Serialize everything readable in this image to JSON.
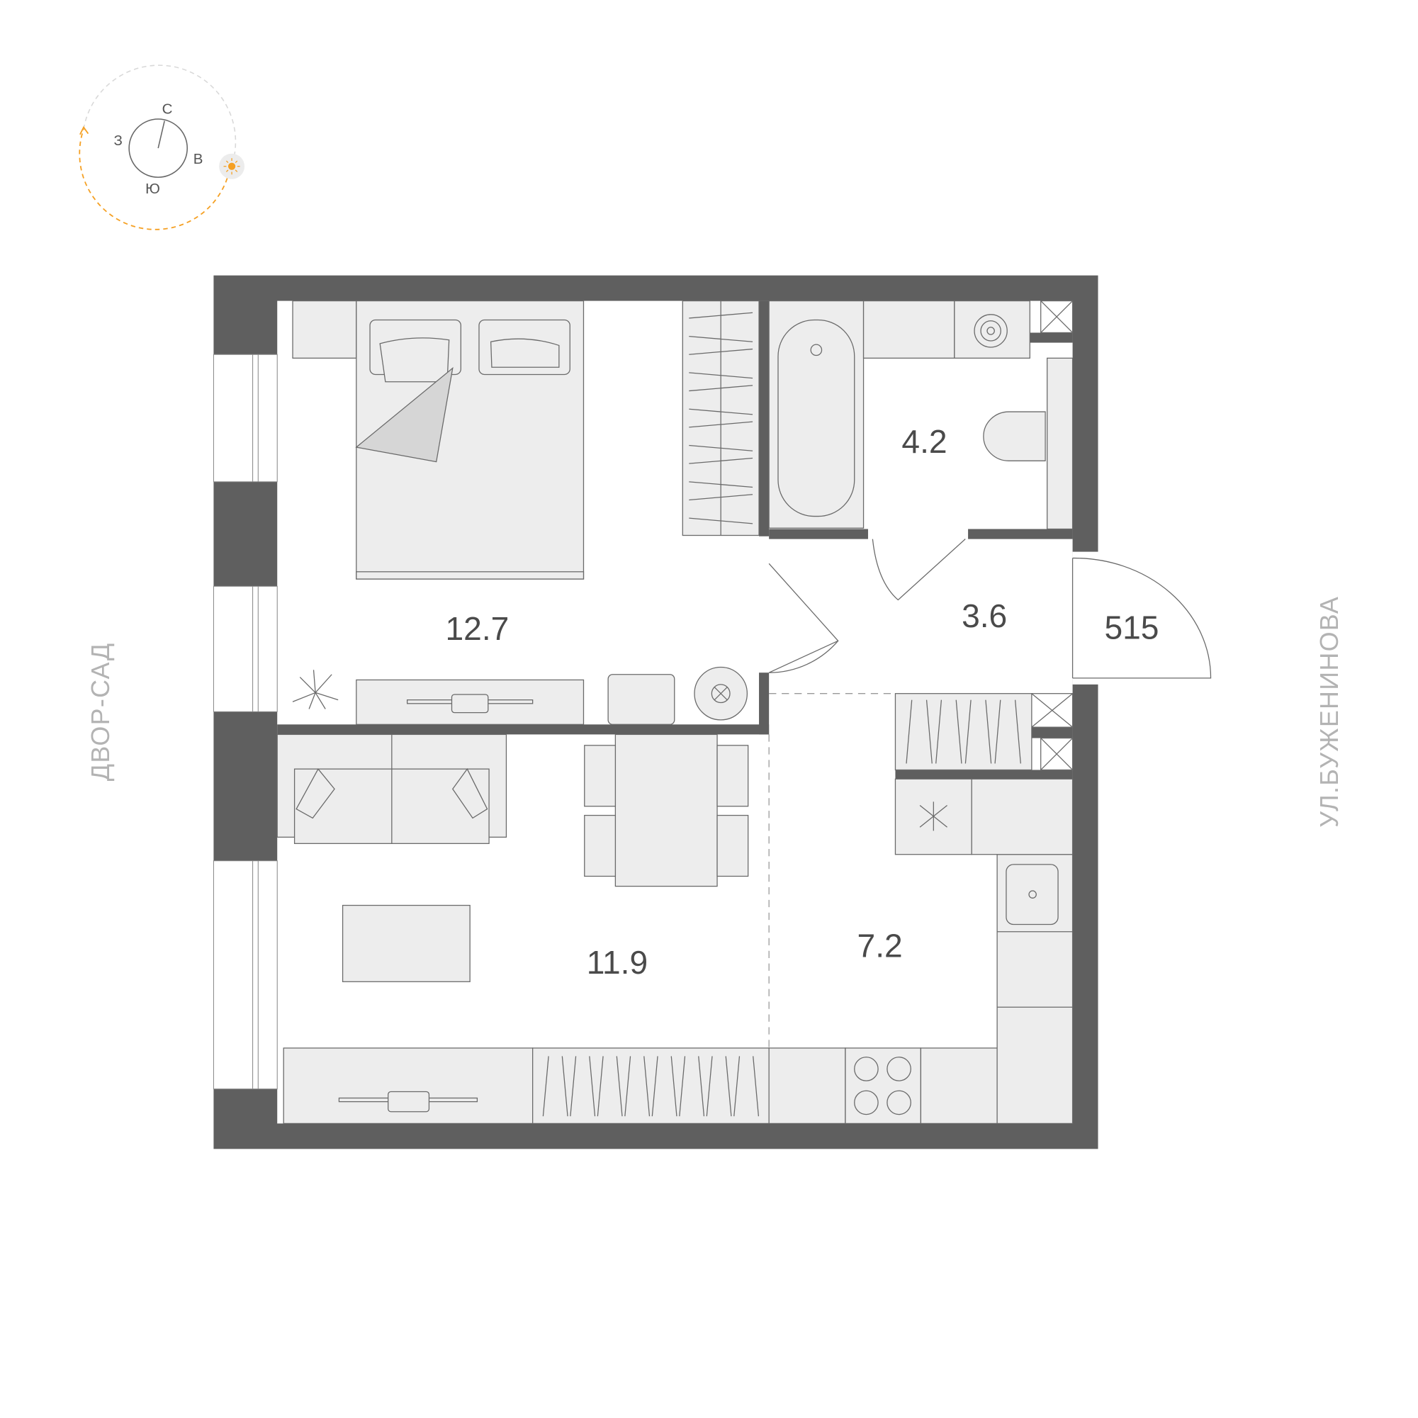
{
  "compass": {
    "north": "С",
    "south": "Ю",
    "west": "З",
    "east": "В",
    "sun_color": "#f5a023",
    "icon": "sun-icon"
  },
  "rooms": [
    {
      "id": "bedroom",
      "area": "12.7"
    },
    {
      "id": "bathroom",
      "area": "4.2"
    },
    {
      "id": "hallway",
      "area": "3.6"
    },
    {
      "id": "living",
      "area": "11.9"
    },
    {
      "id": "kitchen",
      "area": "7.2"
    }
  ],
  "apartment_number": "515",
  "streets": {
    "left": "ДВОР-САД",
    "right": "УЛ.БУЖЕНИНОВА"
  },
  "colors": {
    "wall": "#5f5f5f",
    "furniture": "#ededed",
    "label": "#b3b3b3"
  }
}
